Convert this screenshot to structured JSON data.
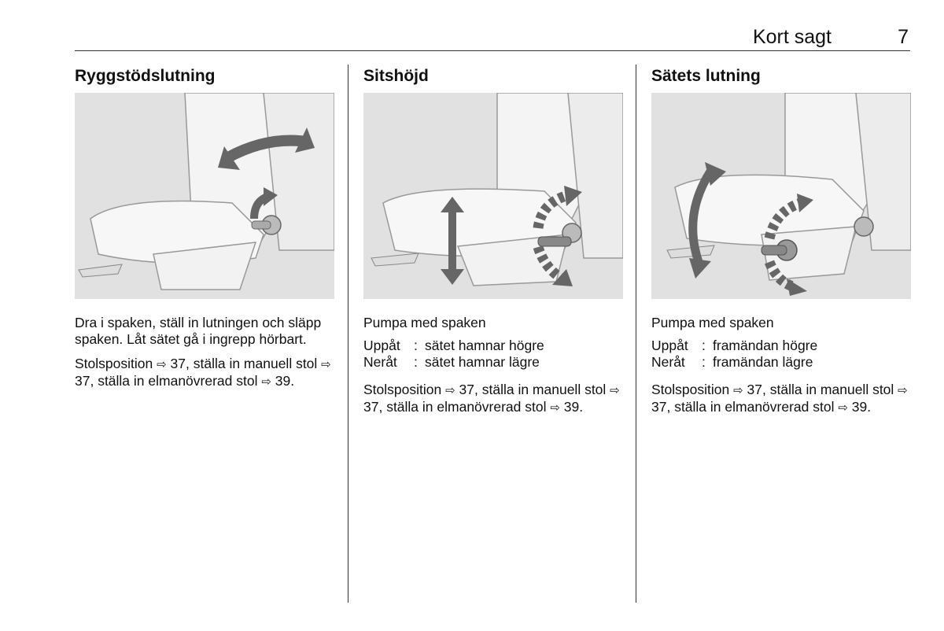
{
  "header": {
    "section": "Kort sagt",
    "page": "7"
  },
  "columns": [
    {
      "title": "Ryggstödslutning",
      "body": "Dra i spaken, ställ in lutningen och släpp spaken. Låt sätet gå i ingrepp hörbart.",
      "xref": {
        "a": "Stolsposition ",
        "ref_icon": "⇨",
        "p1": " 37, ställa in manuell stol ",
        "p2": " 37, ställa in elmanövrerad stol ",
        "p3": " 39."
      }
    },
    {
      "title": "Sitshöjd",
      "intro": "Pumpa med spaken",
      "rows": [
        {
          "k": "Uppåt",
          "c": ":",
          "v": "sätet hamnar högre"
        },
        {
          "k": "Neråt",
          "c": ":",
          "v": "sätet hamnar lägre"
        }
      ],
      "xref": {
        "a": "Stolsposition ",
        "ref_icon": "⇨",
        "p1": " 37, ställa in manuell stol ",
        "p2": " 37, ställa in elmanövrerad stol ",
        "p3": " 39."
      }
    },
    {
      "title": "Sätets lutning",
      "intro": "Pumpa med spaken",
      "rows": [
        {
          "k": "Uppåt",
          "c": ":",
          "v": "framändan högre"
        },
        {
          "k": "Neråt",
          "c": ":",
          "v": "framändan lägre"
        }
      ],
      "xref": {
        "a": "Stolsposition ",
        "ref_icon": "⇨",
        "p1": " 37, ställa in manuell stol ",
        "p2": " 37, ställa in elmanövrerad stol ",
        "p3": " 39."
      }
    }
  ]
}
